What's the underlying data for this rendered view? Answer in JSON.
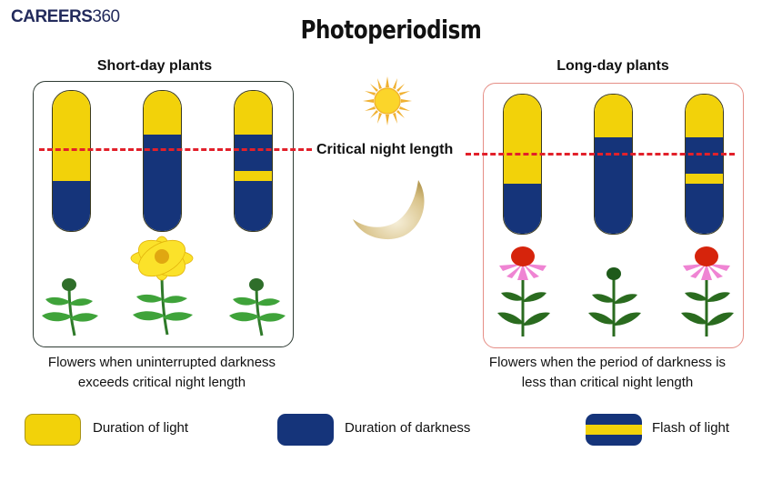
{
  "brand": {
    "logo_text": "CAREERS",
    "logo_number": "360"
  },
  "title": "Photoperiodism",
  "colors": {
    "light": "#f2d20a",
    "darkness": "#15347a",
    "critical_line": "#e2202a",
    "short_day_border": "#2e3b33",
    "long_day_border": "#e58e86"
  },
  "short_day": {
    "heading": "Short-day plants",
    "caption_line1": "Flowers when uninterrupted darkness",
    "caption_line2": "exceeds critical night length",
    "bars": [
      {
        "segments": [
          {
            "type": "light",
            "portion": 0.64
          },
          {
            "type": "dark",
            "portion": 0.36
          }
        ]
      },
      {
        "segments": [
          {
            "type": "light",
            "portion": 0.31
          },
          {
            "type": "dark",
            "portion": 0.69
          }
        ]
      },
      {
        "segments": [
          {
            "type": "light",
            "portion": 0.31
          },
          {
            "type": "dark",
            "portion": 0.26
          },
          {
            "type": "light",
            "portion": 0.07
          },
          {
            "type": "dark",
            "portion": 0.36
          }
        ]
      }
    ],
    "plants": [
      {
        "state": "bud",
        "type": "chrysanthemum"
      },
      {
        "state": "flowering",
        "type": "chrysanthemum"
      },
      {
        "state": "bud",
        "type": "chrysanthemum"
      }
    ]
  },
  "long_day": {
    "heading": "Long-day plants",
    "caption_line1": "Flowers when the period of darkness is",
    "caption_line2": "less than critical night length",
    "bars": [
      {
        "segments": [
          {
            "type": "light",
            "portion": 0.64
          },
          {
            "type": "dark",
            "portion": 0.36
          }
        ]
      },
      {
        "segments": [
          {
            "type": "light",
            "portion": 0.31
          },
          {
            "type": "dark",
            "portion": 0.69
          }
        ]
      },
      {
        "segments": [
          {
            "type": "light",
            "portion": 0.31
          },
          {
            "type": "dark",
            "portion": 0.26
          },
          {
            "type": "light",
            "portion": 0.07
          },
          {
            "type": "dark",
            "portion": 0.36
          }
        ]
      }
    ],
    "plants": [
      {
        "state": "flowering",
        "type": "coneflower"
      },
      {
        "state": "bud",
        "type": "coneflower"
      },
      {
        "state": "flowering",
        "type": "coneflower"
      }
    ]
  },
  "center": {
    "critical_label": "Critical night length",
    "sun_icon": "sun-icon",
    "moon_icon": "crescent-moon-icon"
  },
  "legend": [
    {
      "label": "Duration of light",
      "swatch": "light"
    },
    {
      "label": "Duration of darkness",
      "swatch": "dark"
    },
    {
      "label": "Flash of light",
      "swatch": "flash"
    }
  ]
}
